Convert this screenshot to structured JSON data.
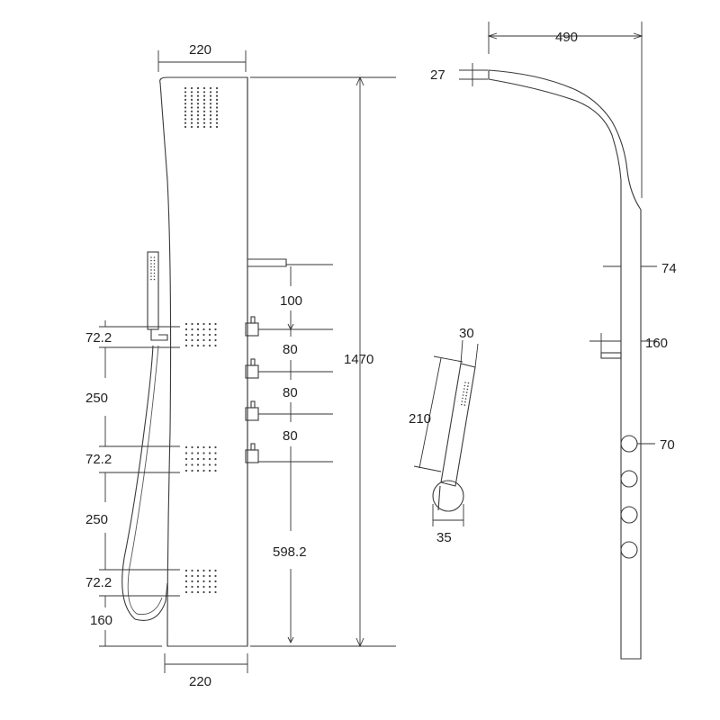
{
  "dimensions": {
    "top_width": "220",
    "bottom_width": "220",
    "total_height": "1470",
    "spout_depth": "490",
    "spout_thickness": "27",
    "panel_thickness": "74",
    "holder_projection": "160",
    "jet_diameter": "70",
    "handset_height": "210",
    "handset_width": "30",
    "handset_base": "35",
    "body_jet_height_1": "72.2",
    "body_jet_height_2": "72.2",
    "body_jet_height_3": "72.2",
    "body_jet_gap_1": "250",
    "body_jet_gap_2": "250",
    "bottom_offset": "160",
    "spout_to_control": "100",
    "control_gap_1": "80",
    "control_gap_2": "80",
    "control_gap_3": "80",
    "control_to_floor": "598.2"
  }
}
